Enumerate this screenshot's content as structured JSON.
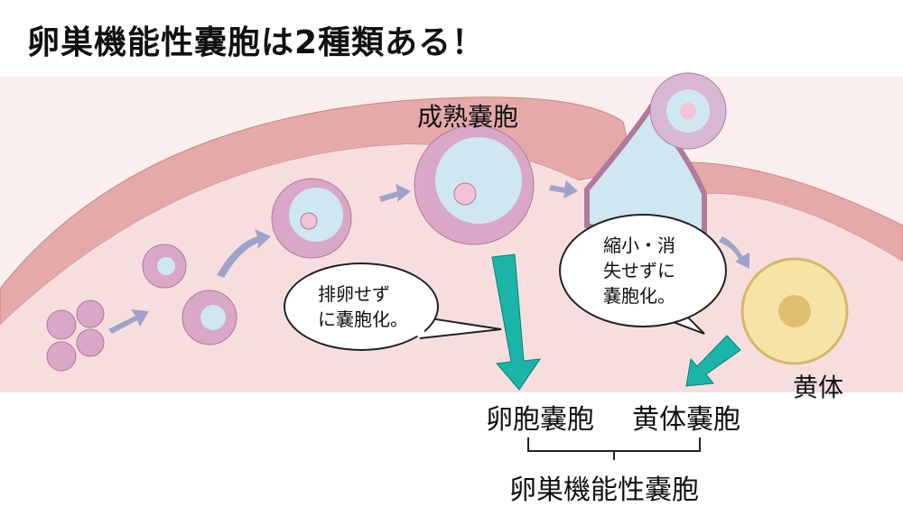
{
  "title": "卵巣機能性嚢胞は2種類ある！",
  "labels": {
    "mature_follicle": "成熟嚢胞",
    "corpus_luteum": "黄体",
    "follicular_cyst": "卵胞嚢胞",
    "lutein_cyst": "黄体嚢胞",
    "functional_cyst": "卵巣機能性嚢胞"
  },
  "bubbles": {
    "left": [
      "排卵せず",
      "に嚢胞化。"
    ],
    "right": [
      "縮小・消",
      "失せずに",
      "嚢胞化。"
    ]
  },
  "colors": {
    "background_pink": "#f9e4e4",
    "ovary_wall": "#e3a3a3",
    "arrow_teal": "#1bb5a8",
    "fluid_blue": "#cfe7f0",
    "corpus_yellow": "#f6e3a6"
  }
}
